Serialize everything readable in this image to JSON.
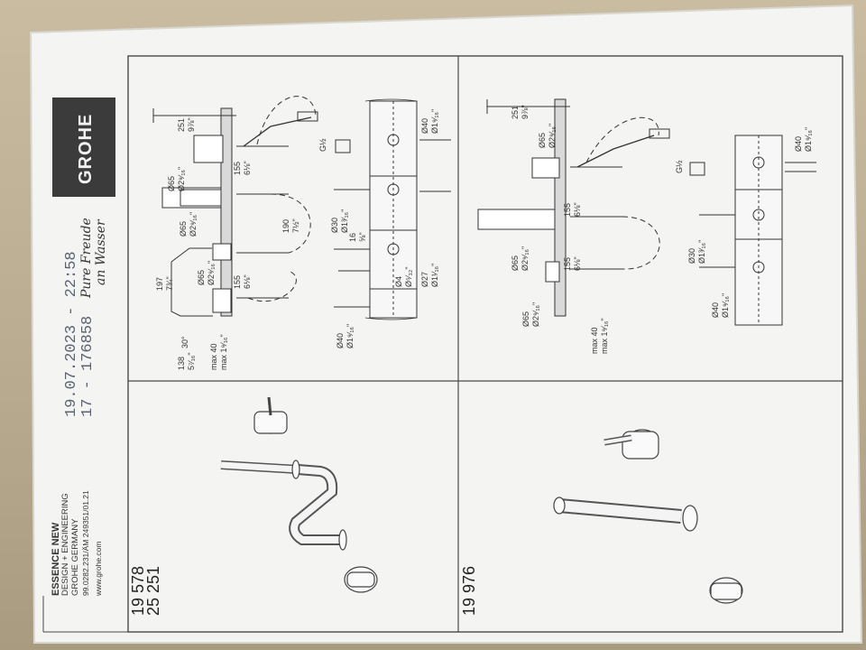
{
  "brand": {
    "logo_text": "GROHE",
    "tagline_1": "Pure Freude",
    "tagline_2": "an Wasser"
  },
  "product": {
    "name": "ESSENCE NEW",
    "line_2": "DESIGN + ENGINEERING",
    "line_3": "GROHE GERMANY",
    "doc_number": "99.0282.231/ÄM 249351/01.21",
    "website": "www.grohe.com"
  },
  "stamp": {
    "date": "19.07.2023 - 22:58",
    "code": "17 - 176858"
  },
  "articles": {
    "top_1": "19 578",
    "top_2": "25 251",
    "bottom": "19 976"
  },
  "dimensions": {
    "top": [
      "251",
      "9⅞\"",
      "G½",
      "Ø65",
      "Ø2⁹⁄₁₆\"",
      "155",
      "6⅛\"",
      "Ø65",
      "Ø2⁹⁄₁₆\"",
      "190",
      "7½\"",
      "197",
      "7¾\"",
      "Ø65",
      "Ø2⁹⁄₁₆\"",
      "155",
      "6⅛\"",
      "30°",
      "138",
      "5⁷⁄₁₆\"",
      "max 40",
      "max 1⁹⁄₁₆\"",
      "Ø40",
      "Ø1⁹⁄₁₆\"",
      "Ø30",
      "Ø1³⁄₁₆\"",
      "16",
      "⅝\"",
      "Ø4",
      "Ø⁵⁄₃₂\"",
      "Ø27",
      "Ø1¹⁄₁₆\"",
      "Ø40",
      "Ø1⁹⁄₁₆\""
    ],
    "bottom": [
      "251",
      "9⅞\"",
      "Ø65",
      "Ø2⁹⁄₁₆\"",
      "G½",
      "155",
      "6⅛\"",
      "Ø65",
      "Ø2⁹⁄₁₆\"",
      "155",
      "6⅛\"",
      "Ø65",
      "Ø2⁹⁄₁₆\"",
      "max 40",
      "max 1⁹⁄₁₆\"",
      "Ø40",
      "Ø1⁹⁄₁₆\"",
      "Ø30",
      "Ø1³⁄₁₆\"",
      "Ø40",
      "Ø1⁹⁄₁₆\""
    ]
  }
}
